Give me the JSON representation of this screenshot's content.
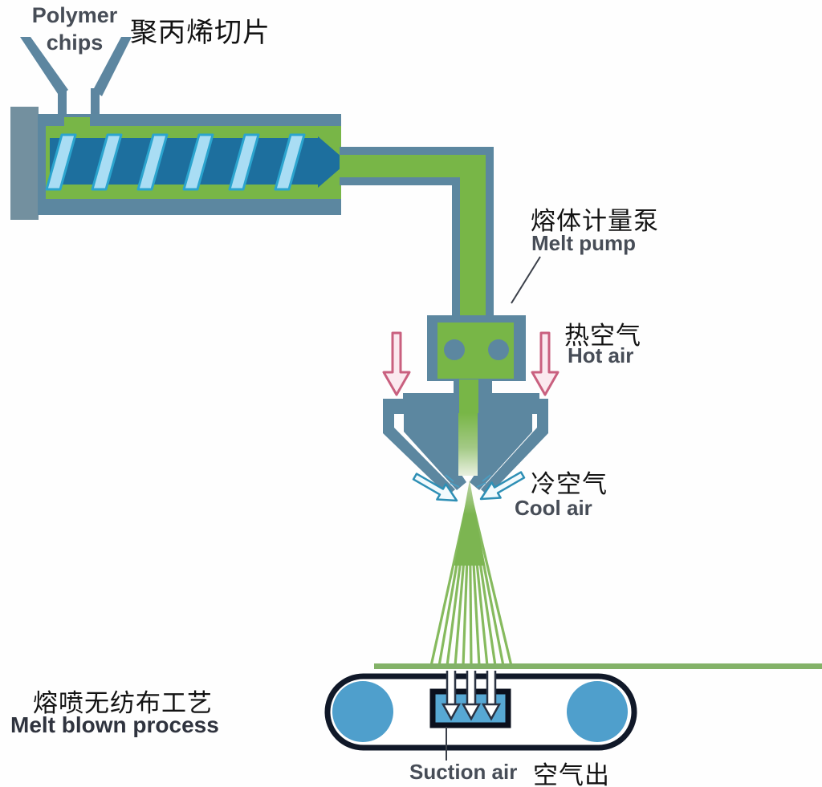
{
  "title": "Melt blown nonwoven process diagram",
  "labels": {
    "polymer_chips_en": "Polymer\nchips",
    "polymer_chips_cn": "聚丙烯切片",
    "melt_pump_cn": "熔体计量泵",
    "melt_pump_en": "Melt pump",
    "hot_air_cn": "热空气",
    "hot_air_en": "Hot air",
    "cool_air_cn": "冷空气",
    "cool_air_en": "Cool air",
    "process_cn": "熔喷无纺布工艺",
    "process_en": "Melt blown process",
    "suction_air_en": "Suction air",
    "air_out_cn": "空气出"
  },
  "colors": {
    "machine_slate": "#5c87a0",
    "hopper_slate": "#5d86a0",
    "end_cap_gray": "#73909f",
    "melt_green": "#78b647",
    "fiber_green": "#7cb551",
    "web_green": "#83b268",
    "screw_blue": "#1d6f9e",
    "screw_flight_fill": "#a9ddf4",
    "screw_flight_stroke": "#2ba4ce",
    "roller_blue": "#4f9fcc",
    "belt_outline": "#101828",
    "hot_air_stroke": "#c9607f",
    "hot_air_fill": "#fbe9ef",
    "cool_air_stroke": "#2e8fb5",
    "cool_air_fill": "#f2fafd",
    "text_black": "#131313",
    "text_gray": "#474d57"
  },
  "components": [
    "hopper",
    "extruder-screw",
    "melt-pipe",
    "melt-pump",
    "spinneret-die",
    "hot-air-arrows",
    "cool-air-arrows",
    "fiber-spray",
    "web-line",
    "conveyor-belt",
    "suction-box"
  ]
}
